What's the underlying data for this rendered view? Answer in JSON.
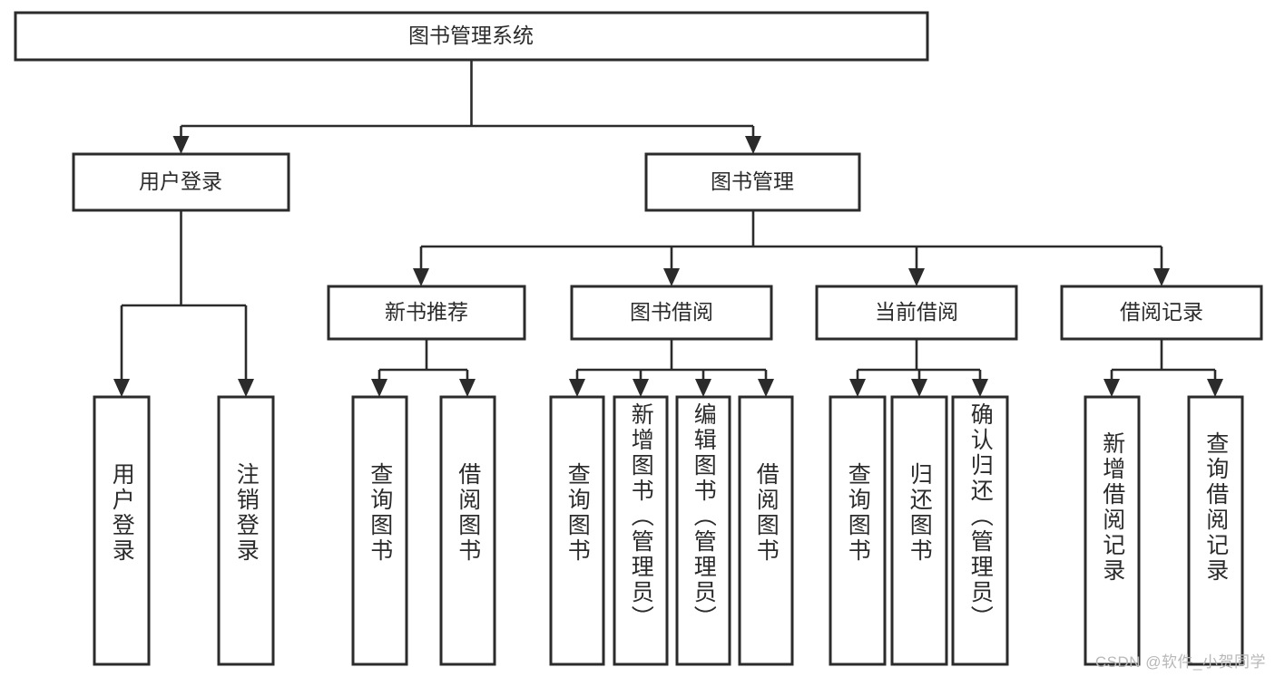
{
  "diagram": {
    "title": "图书管理系统",
    "type": "tree-hierarchy",
    "root": {
      "id": "root",
      "label": "图书管理系统"
    },
    "level2": [
      {
        "id": "user-login",
        "label": "用户登录"
      },
      {
        "id": "book-manage",
        "label": "图书管理"
      }
    ],
    "level3": [
      {
        "id": "new-book-rec",
        "label": "新书推荐",
        "parent": "book-manage"
      },
      {
        "id": "book-borrow",
        "label": "图书借阅",
        "parent": "book-manage"
      },
      {
        "id": "current-borrow",
        "label": "当前借阅",
        "parent": "book-manage"
      },
      {
        "id": "borrow-record",
        "label": "借阅记录",
        "parent": "book-manage"
      }
    ],
    "leaves": [
      {
        "id": "leaf-user-login",
        "label": "用户登录",
        "parent": "user-login"
      },
      {
        "id": "leaf-logout",
        "label": "注销登录",
        "parent": "user-login"
      },
      {
        "id": "leaf-query-book-1",
        "label": "查询图书",
        "parent": "new-book-rec"
      },
      {
        "id": "leaf-borrow-book-1",
        "label": "借阅图书",
        "parent": "new-book-rec"
      },
      {
        "id": "leaf-query-book-2",
        "label": "查询图书",
        "parent": "book-borrow"
      },
      {
        "id": "leaf-add-book",
        "label": "新增图书（管理员）",
        "parent": "book-borrow"
      },
      {
        "id": "leaf-edit-book",
        "label": "编辑图书（管理员）",
        "parent": "book-borrow"
      },
      {
        "id": "leaf-borrow-book-2",
        "label": "借阅图书",
        "parent": "book-borrow"
      },
      {
        "id": "leaf-query-book-3",
        "label": "查询图书",
        "parent": "current-borrow"
      },
      {
        "id": "leaf-return-book",
        "label": "归还图书",
        "parent": "current-borrow"
      },
      {
        "id": "leaf-confirm-return",
        "label": "确认归还（管理员）",
        "parent": "current-borrow"
      },
      {
        "id": "leaf-add-record",
        "label": "新增借阅记录",
        "parent": "borrow-record"
      },
      {
        "id": "leaf-query-record",
        "label": "查询借阅记录",
        "parent": "borrow-record"
      }
    ],
    "colors": {
      "stroke": "#2b2b2b",
      "fill": "#ffffff",
      "text": "#2b2b2b",
      "watermark": "#b8b8b8",
      "background": "#ffffff"
    }
  },
  "watermark": {
    "text": "CSDN @软件_小贺同学"
  }
}
